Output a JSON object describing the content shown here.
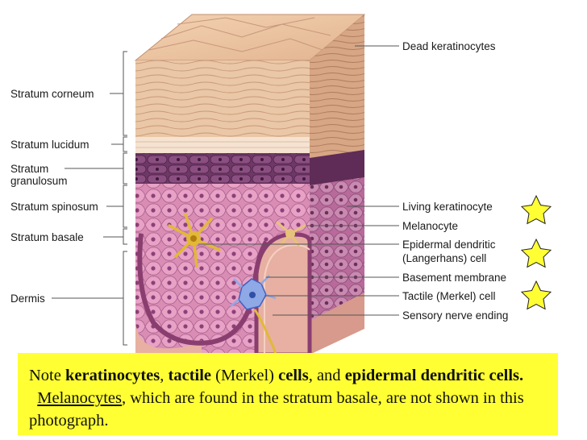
{
  "labels_left": {
    "stratum_corneum": "Stratum corneum",
    "stratum_lucidum": "Stratum lucidum",
    "stratum_granulosum_line1": "Stratum",
    "stratum_granulosum_line2": "granulosum",
    "stratum_spinosum": "Stratum spinosum",
    "stratum_basale": "Stratum basale",
    "dermis": "Dermis"
  },
  "labels_right": {
    "dead_keratinocytes": "Dead keratinocytes",
    "living_keratinocyte": "Living keratinocyte",
    "melanocyte": "Melanocyte",
    "epidermal_dendritic_line1": "Epidermal dendritic",
    "epidermal_dendritic_line2": "(Langerhans) cell",
    "basement_membrane": "Basement membrane",
    "tactile_merkel": "Tactile (Merkel) cell",
    "sensory_nerve": "Sensory nerve ending"
  },
  "note": {
    "t1": "Note ",
    "b1": "keratinocytes",
    "t2": ", ",
    "b2": "tactile",
    "t3": " (Merkel) ",
    "b3": "cells",
    "t4": ", and ",
    "b4": "epidermal dendritic cells.",
    "t5": "  ",
    "u1": "Melanocytes",
    "t6": ", which are found in the stratum basale, are not shown in this photograph."
  },
  "colors": {
    "star_fill": "#ffff33",
    "note_bg": "#ffff33",
    "corneum": "#e8c4a2",
    "granulosum": "#7a3f6e",
    "spinosum": "#d98cb4",
    "dermis": "#e7b0a2"
  }
}
